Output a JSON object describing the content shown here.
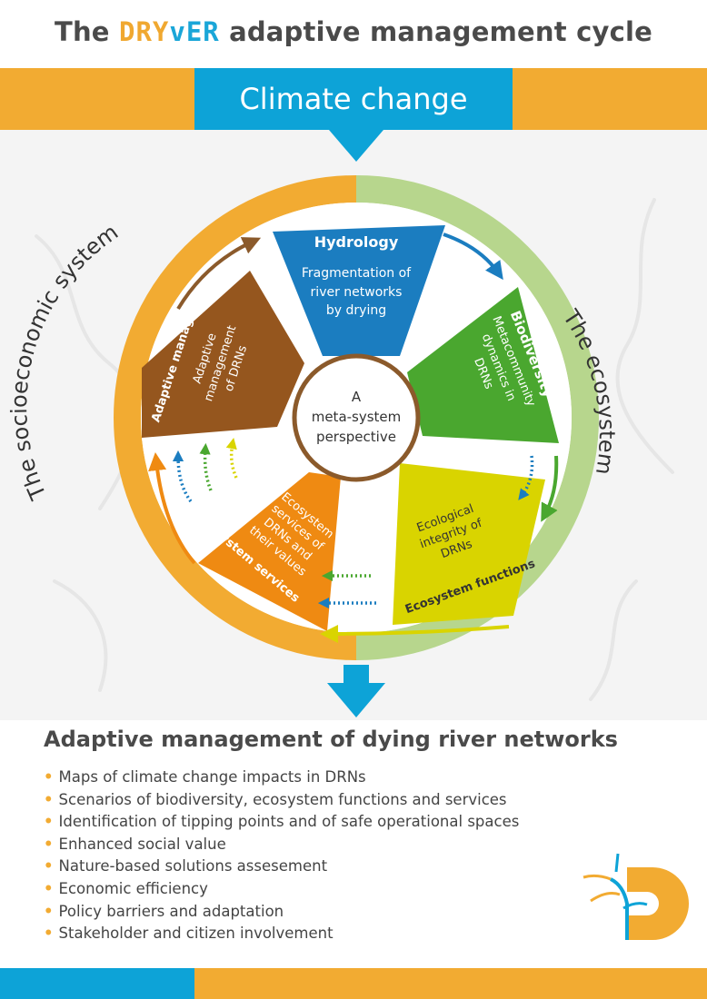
{
  "title": {
    "prefix": "The",
    "brand_part1": "DRY",
    "brand_part2": "vER",
    "suffix": "adaptive management cycle"
  },
  "top_banner": {
    "label": "Climate change"
  },
  "ring": {
    "left_label": "The socioeconomic system",
    "right_label": "The ecosystem"
  },
  "center": {
    "line1": "A",
    "line2": "meta-system",
    "line3": "perspective"
  },
  "segments": {
    "hydrology": {
      "title": "Hydrology",
      "lines": [
        "Fragmentation of",
        "river networks",
        "by drying"
      ],
      "color": "#1b7dc0"
    },
    "biodiversity": {
      "title": "Biodiversity",
      "lines": [
        "Metacommunity",
        "dynamics in",
        "DRNs"
      ],
      "color": "#4aa72f"
    },
    "functions": {
      "title": "Ecosystem functions",
      "lines": [
        "Ecological",
        "integrity of",
        "DRNs"
      ],
      "color": "#d9d400"
    },
    "services": {
      "title": "Ecosystem services",
      "lines": [
        "Ecosystem",
        "services of",
        "DRNs and",
        "their values"
      ],
      "color": "#ef8a12"
    },
    "management": {
      "title": "Adaptive management",
      "lines": [
        "Adaptive",
        "management",
        "of DRNs"
      ],
      "color": "#95561e"
    }
  },
  "colors": {
    "orange": "#f2ab32",
    "blue": "#0da3d7",
    "ring_green": "#b7d68d",
    "brown_stroke": "#8b5a2b"
  },
  "main_heading": "Adaptive management of dying river networks",
  "bullets": [
    "Maps of climate change impacts in DRNs",
    "Scenarios of biodiversity, ecosystem functions and services",
    "Identification of tipping points and of safe operational spaces",
    "Enhanced social value",
    "Nature-based solutions assesement",
    "Economic efficiency",
    "Policy barriers and adaptation",
    "Stakeholder and citizen involvement"
  ]
}
